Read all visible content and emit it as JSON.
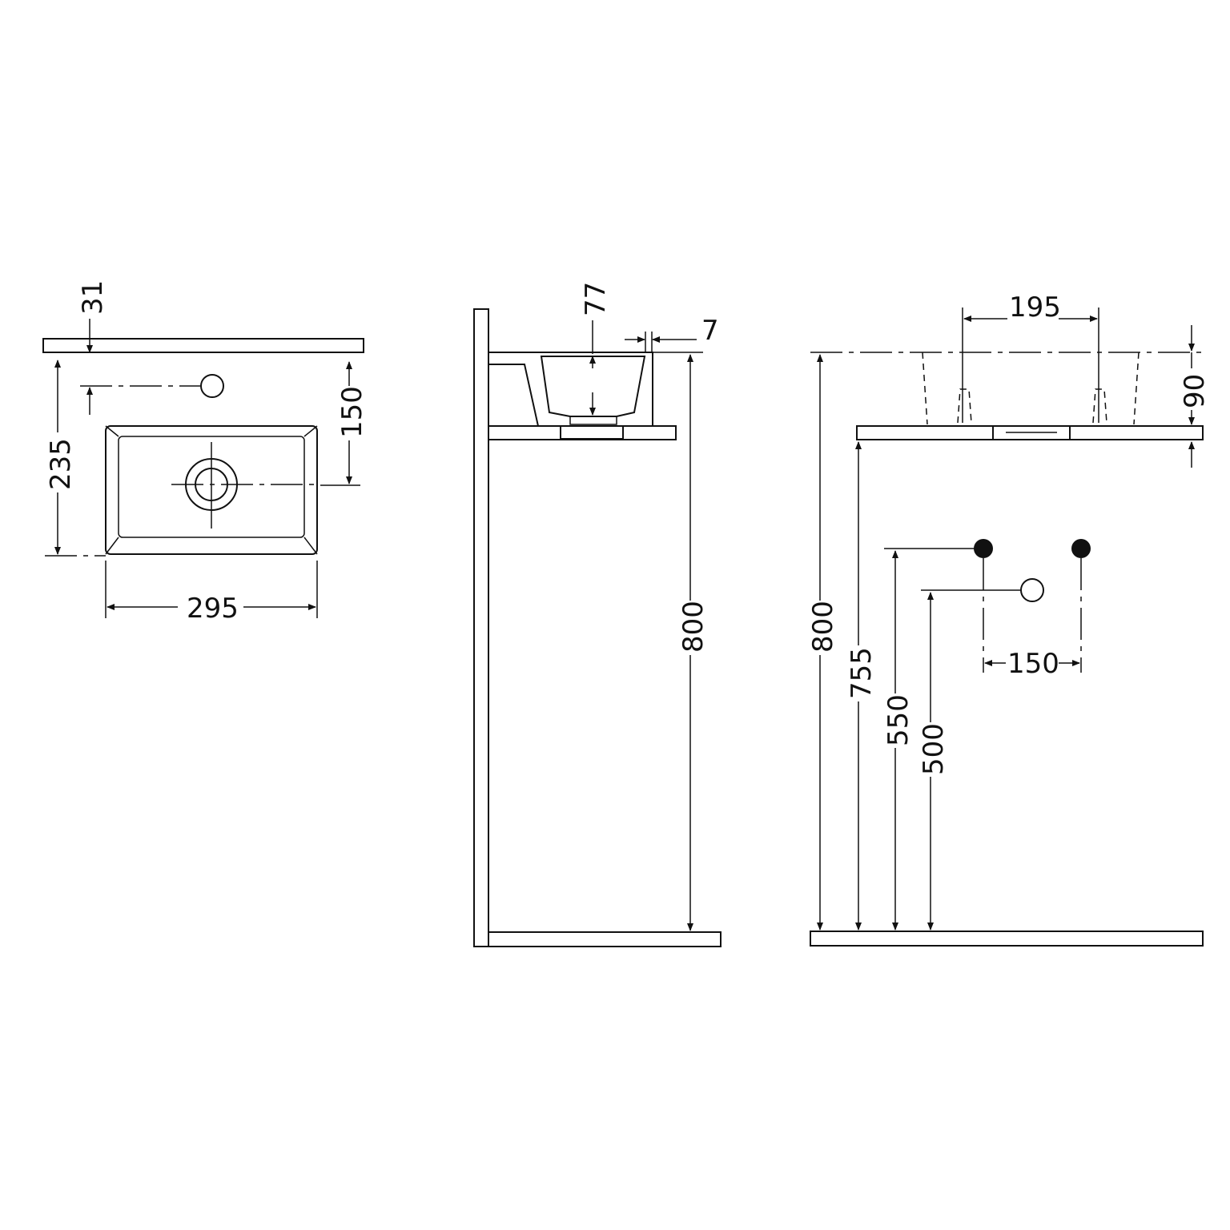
{
  "plan_view": {
    "dim_width": "295",
    "dim_depth": "235",
    "dim_tap_offset": "31",
    "dim_tap_to_waste": "150"
  },
  "side_view": {
    "dim_bowl_depth": "77",
    "dim_rim_thickness": "7",
    "dim_height": "800"
  },
  "front_view": {
    "dim_top_width": "195",
    "dim_height_above_shelf": "90",
    "dim_height": "800",
    "dim_shelf_height": "755",
    "dim_supply_height": "550",
    "dim_waste_height": "500",
    "dim_supply_spacing": "150"
  }
}
